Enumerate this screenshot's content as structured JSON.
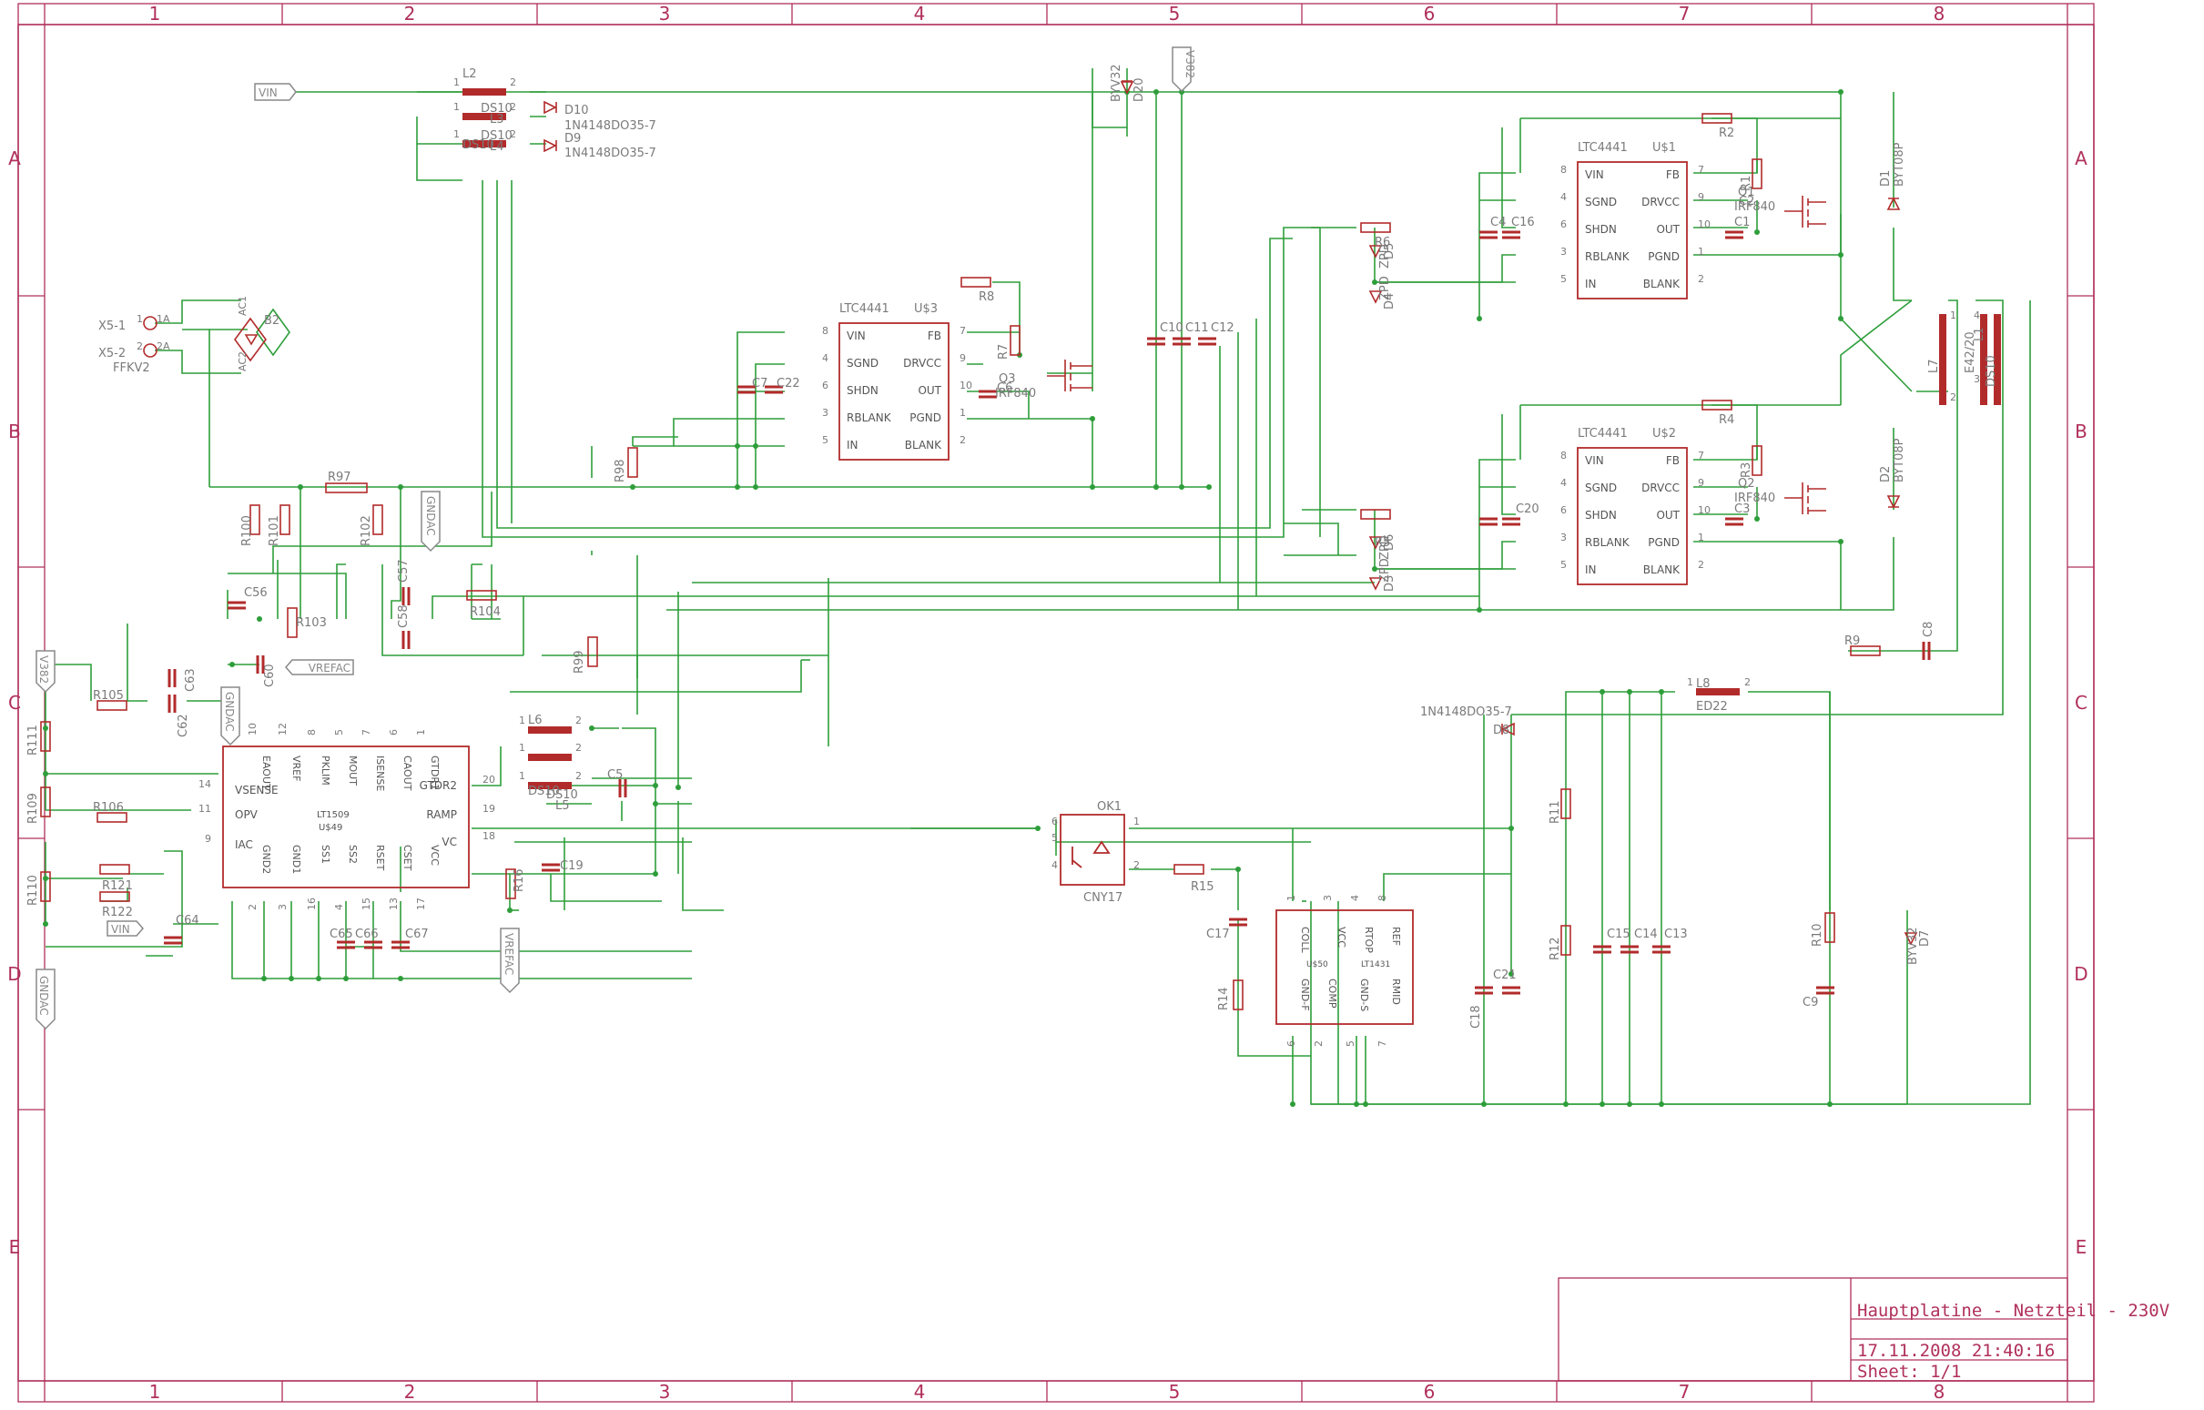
{
  "frame": {
    "columns": [
      "1",
      "2",
      "3",
      "4",
      "5",
      "6",
      "7",
      "8"
    ],
    "rows": [
      "A",
      "B",
      "C",
      "D",
      "E"
    ]
  },
  "title_block": {
    "title": "Hauptplatine - Netzteil - 230V",
    "date": "17.11.2008 21:40:16",
    "sheet": "Sheet: 1/1"
  },
  "colors": {
    "frame": "#b0305a",
    "wire": "#2e9e3a",
    "part": "#b22b2b",
    "part_label": "#7a7a7a",
    "ic_text": "#555555"
  },
  "ics": [
    {
      "ref": "U$3",
      "type": "LTC4441",
      "left_pins": [
        {
          "n": "8",
          "name": "VIN"
        },
        {
          "n": "4",
          "name": "SGND"
        },
        {
          "n": "6",
          "name": "SHDN"
        },
        {
          "n": "3",
          "name": "RBLANK"
        },
        {
          "n": "5",
          "name": "IN"
        }
      ],
      "right_pins": [
        {
          "n": "7",
          "name": "FB"
        },
        {
          "n": "9",
          "name": "DRVCC"
        },
        {
          "n": "10",
          "name": "OUT"
        },
        {
          "n": "1",
          "name": "PGND"
        },
        {
          "n": "2",
          "name": "BLANK"
        }
      ]
    },
    {
      "ref": "U$1",
      "type": "LTC4441",
      "left_pins": [
        {
          "n": "8",
          "name": "VIN"
        },
        {
          "n": "4",
          "name": "SGND"
        },
        {
          "n": "6",
          "name": "SHDN"
        },
        {
          "n": "3",
          "name": "RBLANK"
        },
        {
          "n": "5",
          "name": "IN"
        }
      ],
      "right_pins": [
        {
          "n": "7",
          "name": "FB"
        },
        {
          "n": "9",
          "name": "DRVCC"
        },
        {
          "n": "10",
          "name": "OUT"
        },
        {
          "n": "1",
          "name": "PGND"
        },
        {
          "n": "2",
          "name": "BLANK"
        }
      ]
    },
    {
      "ref": "U$2",
      "type": "LTC4441",
      "left_pins": [
        {
          "n": "8",
          "name": "VIN"
        },
        {
          "n": "4",
          "name": "SGND"
        },
        {
          "n": "6",
          "name": "SHDN"
        },
        {
          "n": "3",
          "name": "RBLANK"
        },
        {
          "n": "5",
          "name": "IN"
        }
      ],
      "right_pins": [
        {
          "n": "7",
          "name": "FB"
        },
        {
          "n": "9",
          "name": "DRVCC"
        },
        {
          "n": "10",
          "name": "OUT"
        },
        {
          "n": "1",
          "name": "PGND"
        },
        {
          "n": "2",
          "name": "BLANK"
        }
      ]
    }
  ],
  "lt1509": {
    "ref": "U$49",
    "type": "LT1509",
    "left_pins": [
      {
        "n": "14",
        "name": "VSENSE"
      },
      {
        "n": "11",
        "name": "OPV"
      },
      {
        "n": "9",
        "name": "IAC"
      }
    ],
    "top_pins": [
      {
        "n": "10",
        "name": "EAOUT"
      },
      {
        "n": "12",
        "name": "VREF"
      },
      {
        "n": "8",
        "name": "PKLIM"
      },
      {
        "n": "5",
        "name": "MOUT"
      },
      {
        "n": "7",
        "name": "ISENSE"
      },
      {
        "n": "6",
        "name": "CAOUT"
      },
      {
        "n": "1",
        "name": "GTDR1"
      }
    ],
    "right_pins": [
      {
        "n": "20",
        "name": "GTDR2"
      },
      {
        "n": "19",
        "name": "RAMP"
      },
      {
        "n": "18",
        "name": "VC"
      }
    ],
    "bottom_pins": [
      {
        "n": "2",
        "name": "GND2"
      },
      {
        "n": "3",
        "name": "GND1"
      },
      {
        "n": "16",
        "name": "SS1"
      },
      {
        "n": "4",
        "name": "SS2"
      },
      {
        "n": "15",
        "name": "RSET"
      },
      {
        "n": "13",
        "name": "CSET"
      },
      {
        "n": "17",
        "name": "VCC"
      }
    ]
  },
  "lt1431": {
    "ref": "U$50",
    "type": "LT1431",
    "top_pins": [
      {
        "n": "1",
        "name": "COLL"
      },
      {
        "n": "3",
        "name": "VCC"
      },
      {
        "n": "4",
        "name": "RTOP"
      },
      {
        "n": "8",
        "name": "REF"
      }
    ],
    "bottom_pins": [
      {
        "n": "6",
        "name": "GND-F"
      },
      {
        "n": "2",
        "name": "COMP"
      },
      {
        "n": "5",
        "name": "GND-S"
      },
      {
        "n": "7",
        "name": "RMID"
      }
    ]
  },
  "opto": {
    "ref": "OK1",
    "type": "CNY17",
    "pins": [
      "6",
      "5",
      "4",
      "1",
      "2"
    ]
  },
  "net_flags": [
    "VIN",
    "V382",
    "GNDAC",
    "VREFAC",
    "V382",
    "GNDAC",
    "GNDAC",
    "VREFAC",
    "VIN"
  ],
  "connectors": [
    {
      "ref": "X5-1",
      "pin": "1",
      "net": "1A"
    },
    {
      "ref": "X5-2",
      "pin": "2",
      "net": "2A"
    }
  ],
  "connector_label": "FFKV2",
  "bridge": {
    "ref": "B2",
    "pins": [
      "AC1",
      "AC2"
    ]
  },
  "resistors": [
    "R97",
    "R98",
    "R99",
    "R100",
    "R101",
    "R102",
    "R103",
    "R104",
    "R105",
    "R106",
    "R109",
    "R110",
    "R111",
    "R121",
    "R122",
    "R16",
    "R15",
    "R14",
    "R11",
    "R12",
    "R10",
    "R9",
    "R1",
    "R2",
    "R3",
    "R4",
    "R5",
    "R6",
    "R7",
    "R8"
  ],
  "capacitors": [
    "C56",
    "C57",
    "C58",
    "C60",
    "C62",
    "C63",
    "C64",
    "C65",
    "C66",
    "C67",
    "C19",
    "C5",
    "C17",
    "C18",
    "C21",
    "C13",
    "C14",
    "C15",
    "C9",
    "C8",
    "C7",
    "C22",
    "C6",
    "C10",
    "C11",
    "C12",
    "C1",
    "C2",
    "C3",
    "C4",
    "C16",
    "C20"
  ],
  "inductors": [
    {
      "ref": "L2",
      "value": "DS10"
    },
    {
      "ref": "L6",
      "value": "DS10"
    },
    {
      "ref": "L8",
      "value": "ED22"
    }
  ],
  "coupled_inductors": [
    {
      "ref": "L3",
      "value": "DS10"
    },
    {
      "ref": "L4",
      "value": "DS10"
    },
    {
      "ref": "L5",
      "value": "DS10"
    },
    {
      "ref": "L1",
      "value": "DS10"
    }
  ],
  "diodes": [
    {
      "ref": "D10",
      "value": "1N4148DO35-7"
    },
    {
      "ref": "D9",
      "value": "1N4148DO35-7"
    },
    {
      "ref": "D8",
      "value": "1N4148DO35-7"
    },
    {
      "ref": "D20",
      "value": "BYV32"
    },
    {
      "ref": "D7",
      "value": "BYV32"
    },
    {
      "ref": "D1",
      "value": "BYT08P"
    },
    {
      "ref": "D2",
      "value": "BYT08P"
    },
    {
      "ref": "D3",
      "value": "ZPD"
    },
    {
      "ref": "D4",
      "value": "ZPD"
    },
    {
      "ref": "D5",
      "value": "ZPD"
    },
    {
      "ref": "D6",
      "value": "ZPD"
    }
  ],
  "mosfets": [
    {
      "ref": "Q1",
      "value": "IRF840"
    },
    {
      "ref": "Q2",
      "value": "IRF840"
    },
    {
      "ref": "Q3",
      "value": "IRF840"
    }
  ],
  "transformer": {
    "ref": "L7",
    "value": "E42/20",
    "pins": [
      "1",
      "2",
      "3",
      "4"
    ]
  }
}
